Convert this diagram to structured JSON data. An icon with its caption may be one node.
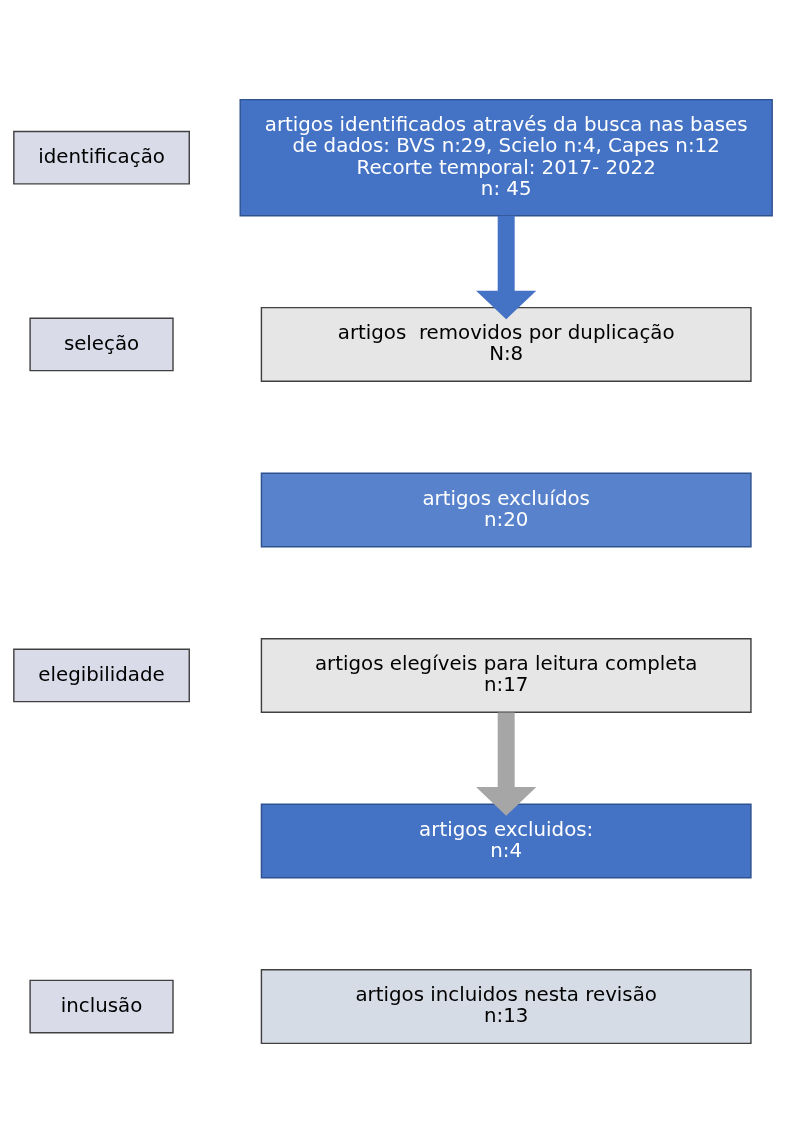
{
  "diagram": {
    "nodes": [
      {
        "text": [
          "identificação"
        ]
      },
      {
        "text": [
          "seleção"
        ]
      },
      {
        "text": [
          "elegibilidade"
        ]
      },
      {
        "text": [
          "inclusão"
        ]
      },
      {
        "text": [
          "artigos identificados através da busca nas bases de dados: BVS n:29, Scielo n:4, Capes n:12",
          "Recorte temporal: 2017- 2022",
          "n: 45"
        ]
      },
      {
        "text": [
          "artigos  removidos por duplicação",
          "N:8"
        ]
      },
      {
        "text": [
          "artigos excluídos",
          "n:20"
        ]
      },
      {
        "text": [
          "artigos elegíveis para leitura completa",
          "n:17"
        ]
      },
      {
        "text": [
          "artigos excluidos:",
          "n:4"
        ]
      },
      {
        "text": [
          "artigos incluidos nesta revisão",
          "n:13"
        ]
      }
    ],
    "edges": [
      {
        "from": 4,
        "to": 5,
        "arrow": "to",
        "color": "#4472c4"
      },
      {
        "from": 7,
        "to": 8,
        "arrow": "to",
        "color": "#a6a6a6"
      }
    ]
  }
}
